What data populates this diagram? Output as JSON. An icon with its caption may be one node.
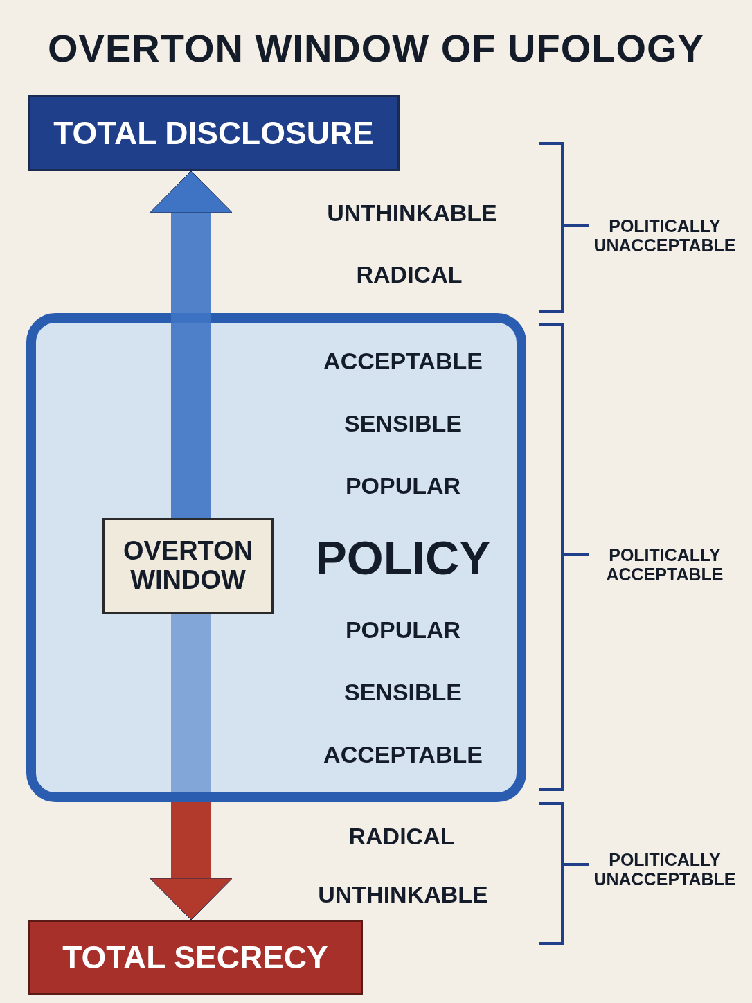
{
  "diagram": {
    "title": "OVERTON WINDOW OF UFOLOGY",
    "nodes": [
      {
        "text": [
          "TOTAL DISCLOSURE"
        ]
      },
      {
        "text": [],
        "shape": "box"
      },
      {
        "text": [
          "OVERTON WINDOW"
        ],
        "in": 1
      },
      {
        "text": [
          "TOTAL SECRECY"
        ]
      }
    ],
    "edges": [
      {
        "from": 2,
        "to": 0,
        "arrow": "to",
        "color": "#3f74c4"
      },
      {
        "from": 1,
        "to": 3,
        "arrow": "to",
        "color": "#b23a2c"
      }
    ],
    "labels": [
      "UNTHINKABLE",
      "RADICAL",
      "ACCEPTABLE",
      "SENSIBLE",
      "POPULAR",
      "POLICY",
      "POPULAR",
      "SENSIBLE",
      "ACCEPTABLE",
      "RADICAL",
      "UNTHINKABLE",
      "POLITICALLY UNACCEPTABLE",
      "POLITICALLY ACCEPTABLE",
      "POLITICALLY UNACCEPTABLE"
    ]
  }
}
